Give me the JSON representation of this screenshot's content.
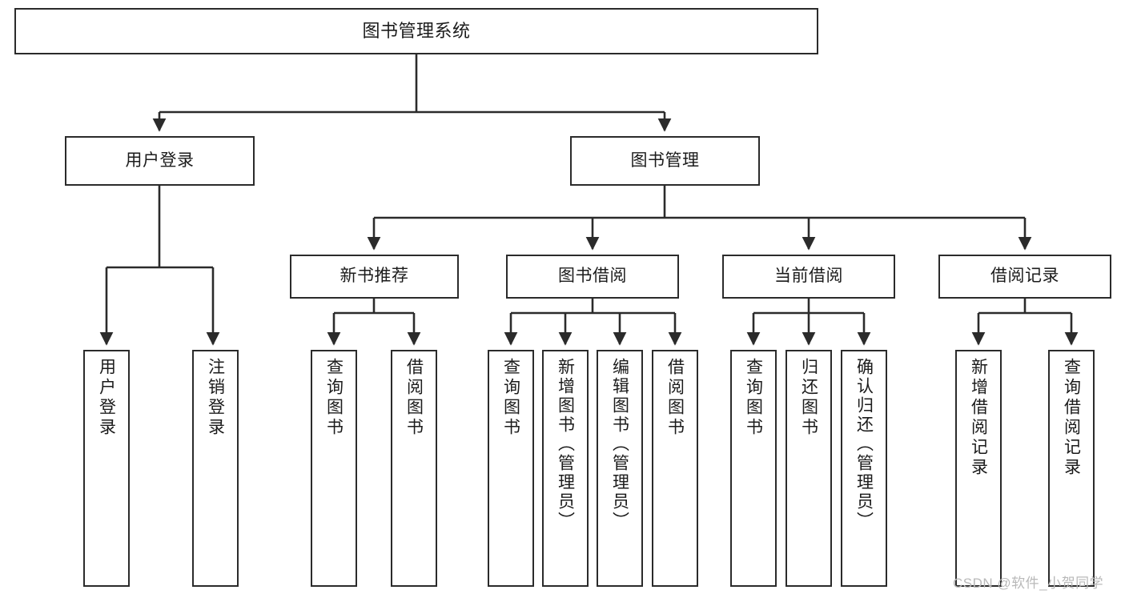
{
  "diagram": {
    "kind": "function-structure-tree",
    "title": "图书管理系统",
    "nodes": {
      "root": {
        "label": "图书管理系统"
      },
      "level2": [
        {
          "id": "user-login",
          "label": "用户登录"
        },
        {
          "id": "book-manage",
          "label": "图书管理"
        }
      ],
      "level3": [
        {
          "id": "new-book-recommend",
          "label": "新书推荐"
        },
        {
          "id": "book-borrow",
          "label": "图书借阅"
        },
        {
          "id": "current-borrow",
          "label": "当前借阅"
        },
        {
          "id": "borrow-record",
          "label": "借阅记录"
        }
      ],
      "leaves": [
        {
          "id": "leaf-user-login",
          "parent": "user-login",
          "label": "用户登录"
        },
        {
          "id": "leaf-logout",
          "parent": "user-login",
          "label": "注销登录"
        },
        {
          "id": "leaf-query-book-1",
          "parent": "new-book-recommend",
          "label": "查询图书"
        },
        {
          "id": "leaf-borrow-book-1",
          "parent": "new-book-recommend",
          "label": "借阅图书"
        },
        {
          "id": "leaf-query-book-2",
          "parent": "book-borrow",
          "label": "查询图书"
        },
        {
          "id": "leaf-add-book",
          "parent": "book-borrow",
          "label": "新增图书（管理员）"
        },
        {
          "id": "leaf-edit-book",
          "parent": "book-borrow",
          "label": "编辑图书（管理员）"
        },
        {
          "id": "leaf-borrow-book-2",
          "parent": "book-borrow",
          "label": "借阅图书"
        },
        {
          "id": "leaf-query-book-3",
          "parent": "current-borrow",
          "label": "查询图书"
        },
        {
          "id": "leaf-return-book",
          "parent": "current-borrow",
          "label": "归还图书"
        },
        {
          "id": "leaf-confirm-return",
          "parent": "current-borrow",
          "label": "确认归还（管理员）"
        },
        {
          "id": "leaf-add-record",
          "parent": "borrow-record",
          "label": "新增借阅记录"
        },
        {
          "id": "leaf-query-record",
          "parent": "borrow-record",
          "label": "查询借阅记录"
        }
      ]
    },
    "colors": {
      "stroke": "#2b2b2b",
      "fill": "#ffffff",
      "text": "#1b1b1b",
      "watermark": "#b9b9b9"
    }
  },
  "watermark": {
    "text": "CSDN @软件_小贺同学"
  }
}
